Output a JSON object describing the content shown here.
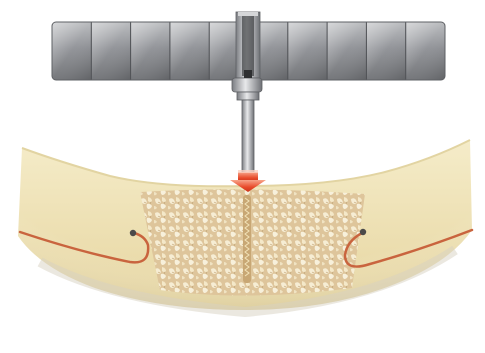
{
  "illustration": {
    "components": [
      {
        "name": "surgical-guide",
        "icon": "guide-plate"
      },
      {
        "name": "drill",
        "icon": "drill-bit"
      },
      {
        "name": "drill-direction",
        "icon": "arrow-down-icon"
      },
      {
        "name": "jaw-bone",
        "icon": "bone-cross-section"
      },
      {
        "name": "nerve-canals",
        "icon": "nerve-path"
      }
    ],
    "guide_segments": 10,
    "colors": {
      "background": "#ffffff",
      "guide_light": "#d2d3d5",
      "guide_dark": "#8a8c90",
      "bone_cortical": "#efe3b8",
      "bone_cancellous": "#d9b98a",
      "arrow": "#e84a2a",
      "nerve": "#c9643e",
      "drill_metal": "#b9bbbf"
    }
  }
}
